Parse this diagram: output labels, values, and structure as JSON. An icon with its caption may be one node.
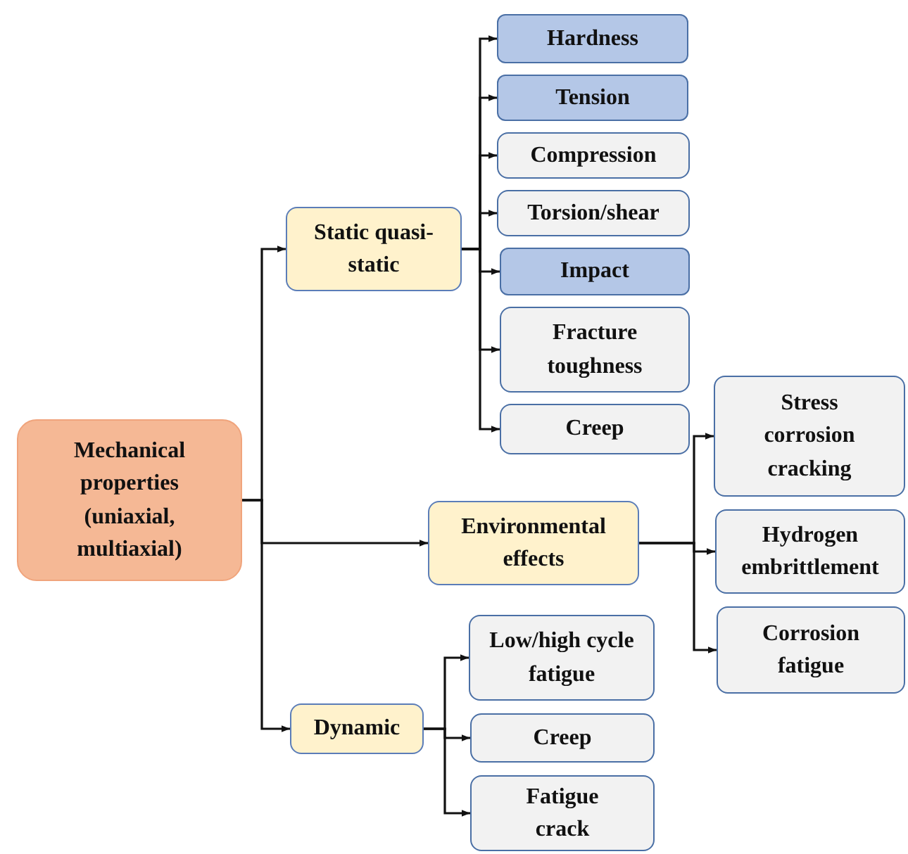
{
  "diagram": {
    "nodes": [
      {
        "text": [
          "Mechanical properties (uniaxial, multiaxial)"
        ]
      },
      {
        "text": [
          "Static quasi-static"
        ]
      },
      {
        "text": [
          "Hardness"
        ]
      },
      {
        "text": [
          "Tension"
        ]
      },
      {
        "text": [
          "Compression"
        ]
      },
      {
        "text": [
          "Torsion/shear"
        ]
      },
      {
        "text": [
          "Impact"
        ]
      },
      {
        "text": [
          "Fracture toughness"
        ]
      },
      {
        "text": [
          "Creep"
        ]
      },
      {
        "text": [
          "Environmental effects"
        ]
      },
      {
        "text": [
          "Stress corrosion cracking"
        ]
      },
      {
        "text": [
          "Hydrogen embrittlement"
        ]
      },
      {
        "text": [
          "Corrosion fatigue"
        ]
      },
      {
        "text": [
          "Dynamic"
        ]
      },
      {
        "text": [
          "Low/high cycle fatigue"
        ]
      },
      {
        "text": [
          "Creep"
        ]
      },
      {
        "text": [
          "Fatigue crack"
        ]
      }
    ],
    "edges": [
      {
        "from": 0,
        "to": 1,
        "arrow": "to"
      },
      {
        "from": 0,
        "to": 9,
        "arrow": "to"
      },
      {
        "from": 0,
        "to": 13,
        "arrow": "to"
      },
      {
        "from": 1,
        "to": 2,
        "arrow": "to"
      },
      {
        "from": 1,
        "to": 3,
        "arrow": "to"
      },
      {
        "from": 1,
        "to": 4,
        "arrow": "to"
      },
      {
        "from": 1,
        "to": 5,
        "arrow": "to"
      },
      {
        "from": 1,
        "to": 6,
        "arrow": "to"
      },
      {
        "from": 1,
        "to": 7,
        "arrow": "to"
      },
      {
        "from": 1,
        "to": 8,
        "arrow": "to"
      },
      {
        "from": 9,
        "to": 10,
        "arrow": "to"
      },
      {
        "from": 9,
        "to": 11,
        "arrow": "to"
      },
      {
        "from": 9,
        "to": 12,
        "arrow": "to"
      },
      {
        "from": 13,
        "to": 14,
        "arrow": "to"
      },
      {
        "from": 13,
        "to": 15,
        "arrow": "to"
      },
      {
        "from": 13,
        "to": 16,
        "arrow": "to"
      }
    ]
  }
}
